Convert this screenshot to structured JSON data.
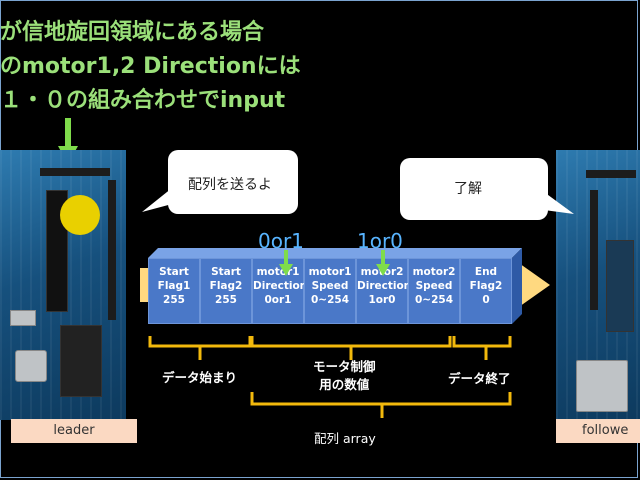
{
  "headline": {
    "line1": "が信地旋回領域にある場合",
    "line2": "のmotor1,2 Directionには",
    "line3": "１・０の組み合わせでinput"
  },
  "bubbles": {
    "leader_msg": "配列を送るよ",
    "follower_msg": "了解"
  },
  "boards": {
    "left_label": "leader",
    "right_label": "followe"
  },
  "cells": [
    {
      "line1": "Start",
      "line2": "Flag1",
      "line3": "255"
    },
    {
      "line1": "Start",
      "line2": "Flag2",
      "line3": "255"
    },
    {
      "line1": "motor1",
      "line2": "Direction",
      "line3": "0or1"
    },
    {
      "line1": "motor1",
      "line2": "Speed",
      "line3": "0~254"
    },
    {
      "line1": "motor2",
      "line2": "Direction",
      "line3": "1or0"
    },
    {
      "line1": "motor2",
      "line2": "Speed",
      "line3": "0~254"
    },
    {
      "line1": "End",
      "line2": "Flag2",
      "line3": "0"
    }
  ],
  "values": {
    "motor1_dir": "0or1",
    "motor2_dir": "1or0"
  },
  "braces": {
    "data_start": "データ始まり",
    "motor_control_line1": "モータ制御",
    "motor_control_line2": "用の数値",
    "data_end": "データ終了",
    "array": "配列 array"
  },
  "colors": {
    "headline": "#9be07a",
    "cell_fill": "#4a78c8",
    "arrow": "#ffd980",
    "brace": "#f2b90c",
    "value_text": "#58b4ff",
    "marker_arrow": "#7fdc4b"
  }
}
